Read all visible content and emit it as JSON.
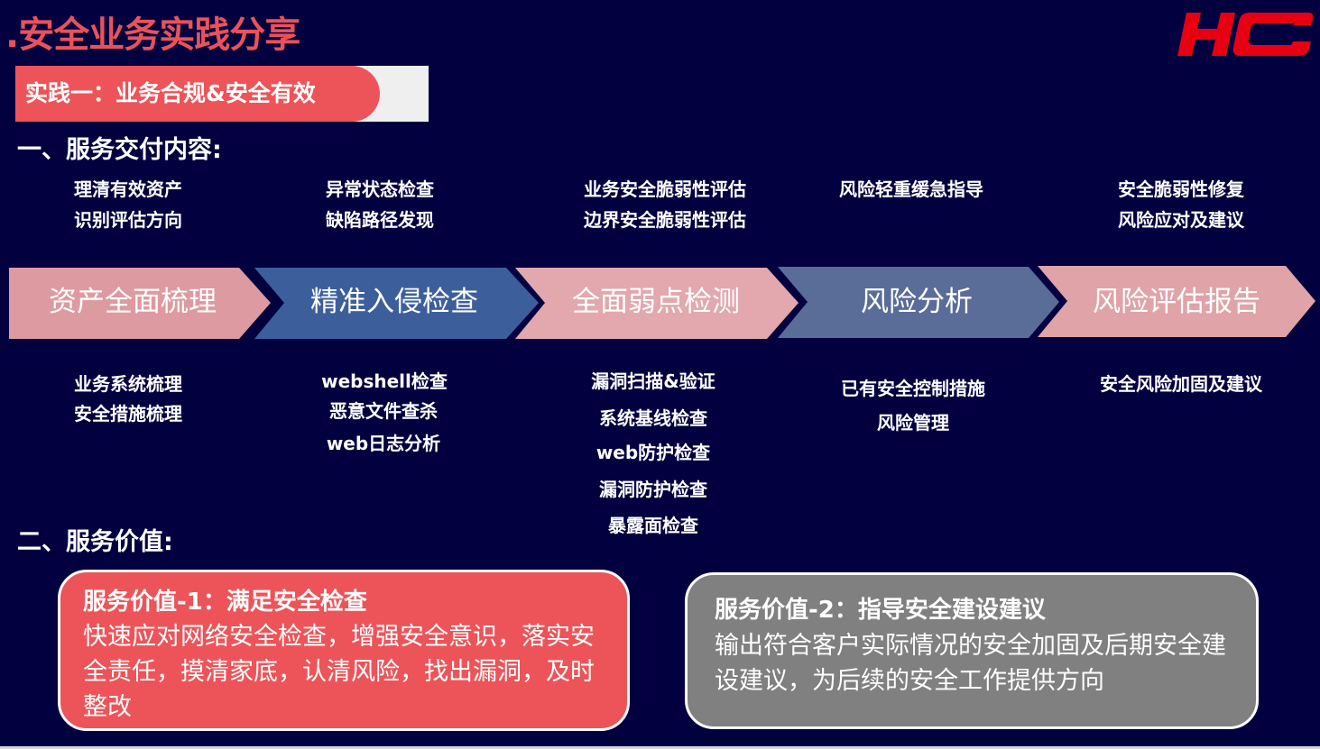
{
  "title": ".安全业务实践分享",
  "logo_text": "HC",
  "banner": "实践一：业务合规&安全有效",
  "section1_heading": "一、服务交付内容:",
  "section2_heading": "二、服务价值:",
  "stages": [
    {
      "label": "资产全面梳理",
      "color": "#de9aa1",
      "top": [
        "理清有效资产",
        "识别评估方向"
      ],
      "bottom": [
        "业务系统梳理",
        "安全措施梳理"
      ]
    },
    {
      "label": "精准入侵检查",
      "color": "#3c5f9c",
      "top": [
        "异常状态检查",
        "缺陷路径发现"
      ],
      "bottom": [
        "webshell检查",
        "恶意文件查杀",
        "web日志分析"
      ]
    },
    {
      "label": "全面弱点检测",
      "color": "#e2a8ad",
      "top": [
        "业务安全脆弱性评估",
        "边界安全脆弱性评估"
      ],
      "bottom": [
        "漏洞扫描&验证",
        "系统基线检查",
        "web防护检查",
        "漏洞防护检查",
        "暴露面检查"
      ]
    },
    {
      "label": "风险分析",
      "color": "#5a6c98",
      "top": [
        "风险轻重缓急指导"
      ],
      "bottom": [
        "已有安全控制措施",
        "风险管理"
      ]
    },
    {
      "label": "风险评估报告",
      "color": "#dfa3a8",
      "top": [
        "安全脆弱性修复",
        "风险应对及建议"
      ],
      "bottom": [
        "安全风险加固及建议"
      ]
    }
  ],
  "values": [
    {
      "title": "服务价值-1：满足安全检查",
      "body": "快速应对网络安全检查，增强安全意识，落实安全责任，摸清家底，认清风险，找出漏洞，及时整改"
    },
    {
      "title": "服务价值-2：指导安全建设建议",
      "body": "输出符合客户实际情况的安全加固及后期安全建设建议，为后续的安全工作提供方向"
    }
  ],
  "colors": {
    "background": "#03003f",
    "accent": "#ec5459",
    "logo": "#e60012"
  }
}
